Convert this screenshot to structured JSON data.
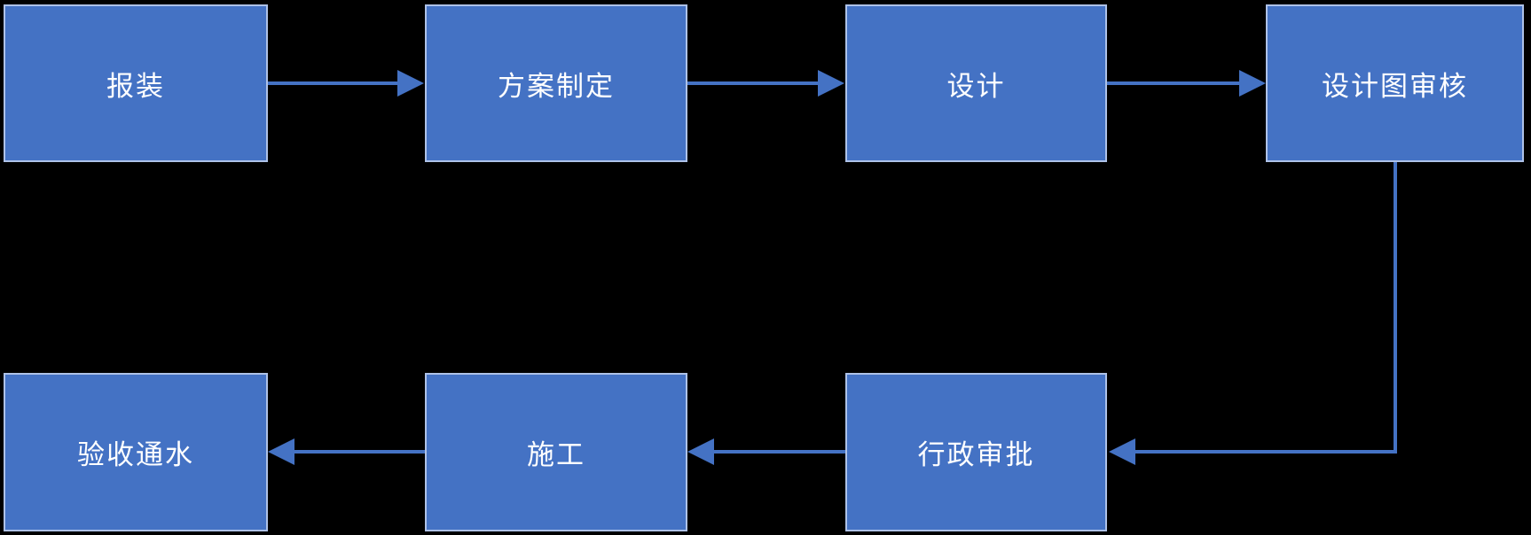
{
  "diagram": {
    "type": "flowchart",
    "background_color": "#000000",
    "node_fill_color": "#4472c4",
    "node_border_color": "#aec2e8",
    "node_text_color": "#ffffff",
    "connector_color": "#4472c4",
    "nodes": [
      {
        "label": "报装"
      },
      {
        "label": "方案制定"
      },
      {
        "label": "设计"
      },
      {
        "label": "设计图审核"
      },
      {
        "label": "行政审批"
      },
      {
        "label": "施工"
      },
      {
        "label": "验收通水"
      }
    ],
    "edges": [
      {
        "from": "报装",
        "to": "方案制定",
        "direction": "right"
      },
      {
        "from": "方案制定",
        "to": "设计",
        "direction": "right"
      },
      {
        "from": "设计",
        "to": "设计图审核",
        "direction": "right"
      },
      {
        "from": "设计图审核",
        "to": "行政审批",
        "direction": "down-left-elbow"
      },
      {
        "from": "行政审批",
        "to": "施工",
        "direction": "left"
      },
      {
        "from": "施工",
        "to": "验收通水",
        "direction": "left"
      }
    ]
  }
}
